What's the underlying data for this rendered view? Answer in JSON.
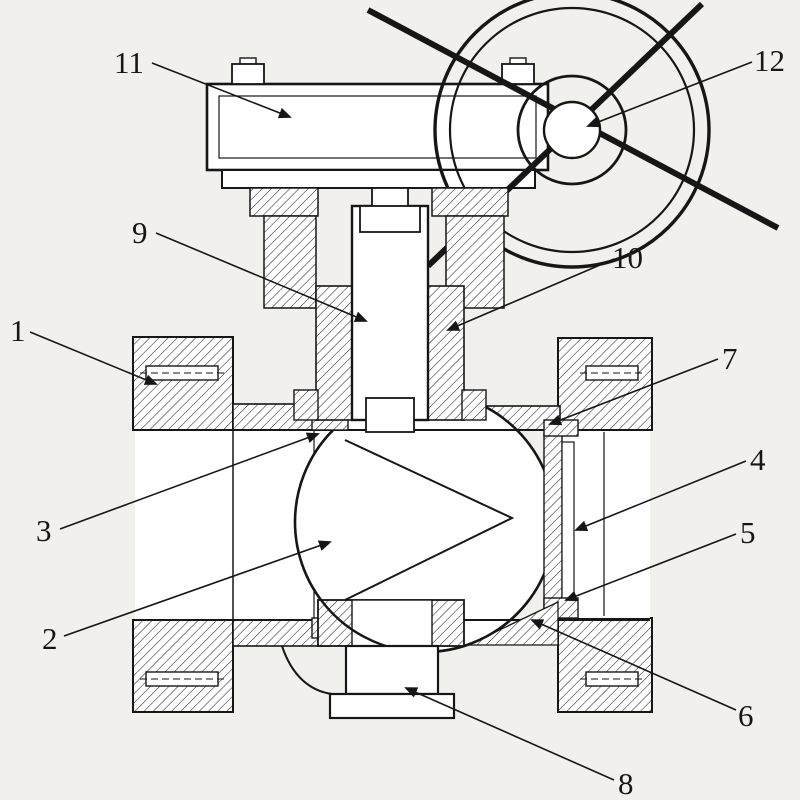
{
  "figure": {
    "type": "patent-technical-diagram",
    "subject": "Ball valve sectional view with handwheel actuator",
    "background_color": "#f1f0ed",
    "ink_color": "#161616",
    "labels": [
      {
        "id": "label-1",
        "text": "1"
      },
      {
        "id": "label-2",
        "text": "2"
      },
      {
        "id": "label-3",
        "text": "3"
      },
      {
        "id": "label-4",
        "text": "4"
      },
      {
        "id": "label-5",
        "text": "5"
      },
      {
        "id": "label-6",
        "text": "6"
      },
      {
        "id": "label-7",
        "text": "7"
      },
      {
        "id": "label-8",
        "text": "8"
      },
      {
        "id": "label-9",
        "text": "9"
      },
      {
        "id": "label-10",
        "text": "10"
      },
      {
        "id": "label-11",
        "text": "11"
      },
      {
        "id": "label-12",
        "text": "12"
      }
    ]
  }
}
